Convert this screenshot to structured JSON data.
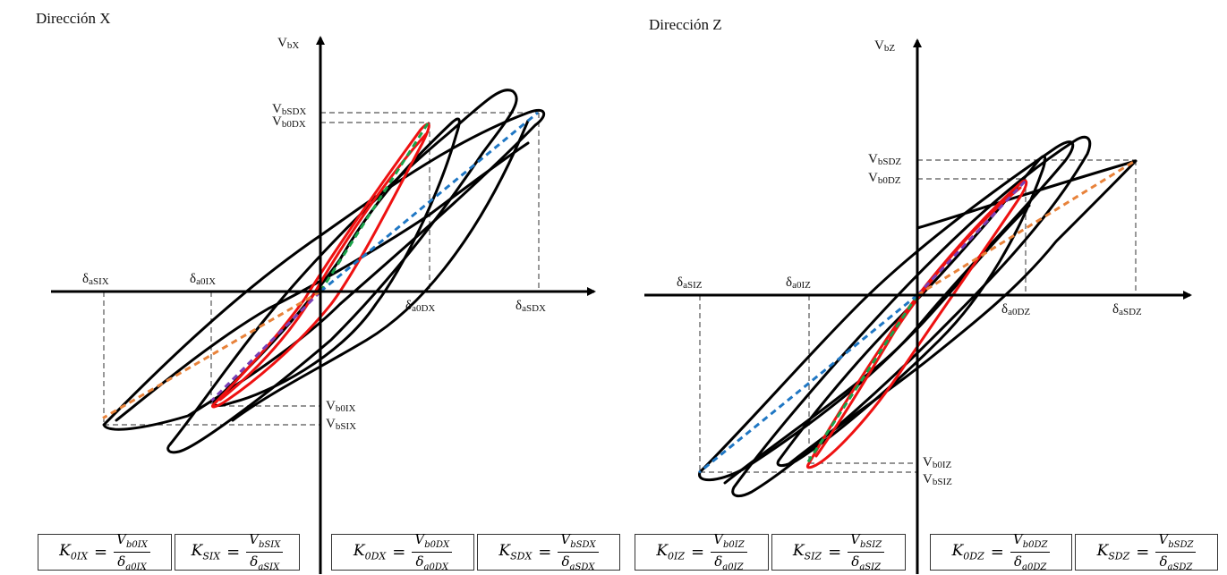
{
  "panels": [
    {
      "id": "x",
      "title": "Dirección X",
      "y_axis_label": {
        "main": "V",
        "sub": "bX"
      },
      "x_axis_labels": {
        "neg_s": {
          "main": "δ",
          "sub": "aSIX"
        },
        "neg_0": {
          "main": "δ",
          "sub": "a0IX"
        },
        "pos_0": {
          "main": "δ",
          "sub": "a0DX"
        },
        "pos_s": {
          "main": "δ",
          "sub": "aSDX"
        }
      },
      "y_axis_labels": {
        "pos_s": {
          "main": "V",
          "sub": "bSDX"
        },
        "pos_0": {
          "main": "V",
          "sub": "b0DX"
        },
        "neg_0": {
          "main": "V",
          "sub": "b0IX"
        },
        "neg_s": {
          "main": "V",
          "sub": "bSIX"
        }
      },
      "points": {
        "pos_s": [
          1.0,
          0.82
        ],
        "pos_0": [
          0.5,
          0.78
        ],
        "neg_0": [
          -0.5,
          -0.5
        ],
        "neg_s": [
          -1.0,
          -0.58
        ]
      },
      "secants": [
        {
          "name": "K0D",
          "color": "#1aa34a",
          "from": "origin",
          "to": "pos_0"
        },
        {
          "name": "KSD",
          "color": "#1f77c4",
          "from": "origin",
          "to": "pos_s"
        },
        {
          "name": "K0I",
          "color": "#7a3fb5",
          "from": "origin",
          "to": "neg_0"
        },
        {
          "name": "KSI",
          "color": "#e8823a",
          "from": "origin",
          "to": "neg_s"
        }
      ],
      "formulas": [
        {
          "k": "K",
          "ksub": "0IX",
          "v": "V",
          "vsub": "b0IX",
          "d": "δ",
          "dsub": "a0IX"
        },
        {
          "k": "K",
          "ksub": "SIX",
          "v": "V",
          "vsub": "bSIX",
          "d": "δ",
          "dsub": "aSIX"
        },
        {
          "k": "K",
          "ksub": "0DX",
          "v": "V",
          "vsub": "b0DX",
          "d": "δ",
          "dsub": "a0DX"
        },
        {
          "k": "K",
          "ksub": "SDX",
          "v": "V",
          "vsub": "bSDX",
          "d": "δ",
          "dsub": "aSDX"
        }
      ]
    },
    {
      "id": "z",
      "title": "Dirección Z",
      "y_axis_label": {
        "main": "V",
        "sub": "bZ"
      },
      "x_axis_labels": {
        "neg_s": {
          "main": "δ",
          "sub": "aSIZ"
        },
        "neg_0": {
          "main": "δ",
          "sub": "a0IZ"
        },
        "pos_0": {
          "main": "δ",
          "sub": "a0DZ"
        },
        "pos_s": {
          "main": "δ",
          "sub": "aSDZ"
        }
      },
      "y_axis_labels": {
        "pos_s": {
          "main": "V",
          "sub": "bSDZ"
        },
        "pos_0": {
          "main": "V",
          "sub": "b0DZ"
        },
        "neg_0": {
          "main": "V",
          "sub": "b0IZ"
        },
        "neg_s": {
          "main": "V",
          "sub": "bSIZ"
        }
      },
      "points": {
        "pos_s": [
          1.0,
          0.63
        ],
        "pos_0": [
          0.5,
          0.54
        ],
        "neg_0": [
          -0.5,
          -0.78
        ],
        "neg_s": [
          -1.0,
          -0.83
        ]
      },
      "secants": [
        {
          "name": "K0D",
          "color": "#7a3fb5",
          "from": "origin",
          "to": "pos_0"
        },
        {
          "name": "KSD",
          "color": "#e8823a",
          "from": "origin",
          "to": "pos_s"
        },
        {
          "name": "K0I",
          "color": "#1aa34a",
          "from": "origin",
          "to": "neg_0"
        },
        {
          "name": "KSI",
          "color": "#1f77c4",
          "from": "origin",
          "to": "neg_s"
        }
      ],
      "formulas": [
        {
          "k": "K",
          "ksub": "0IZ",
          "v": "V",
          "vsub": "b0IZ",
          "d": "δ",
          "dsub": "a0IZ"
        },
        {
          "k": "K",
          "ksub": "SIZ",
          "v": "V",
          "vsub": "bSIZ",
          "d": "δ",
          "dsub": "aSIZ"
        },
        {
          "k": "K",
          "ksub": "0DZ",
          "v": "V",
          "vsub": "b0DZ",
          "d": "δ",
          "dsub": "a0DZ"
        },
        {
          "k": "K",
          "ksub": "SDZ",
          "v": "V",
          "vsub": "bSDZ",
          "d": "δ",
          "dsub": "aSDZ"
        }
      ]
    }
  ],
  "colors": {
    "loop_outer": "#000000",
    "loop_inner": "#ee1111",
    "guide": "#555555"
  }
}
